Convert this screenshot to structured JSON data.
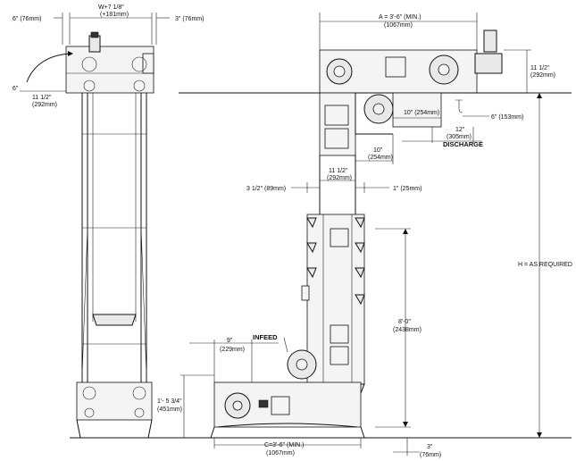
{
  "left_view": {
    "width_dim": {
      "line1": "W+7 1/8\"",
      "line2": "(+181mm)"
    },
    "left_margin": {
      "label": "6\" (76mm)"
    },
    "right_margin": {
      "label": "3\" (76mm)"
    },
    "bottom_left": {
      "line1": "11 1/2\"",
      "line2": "(292mm)"
    },
    "side_arrow": {
      "label": "6\""
    }
  },
  "right_view": {
    "a_dim": {
      "line1": "A = 3'-6\" (MIN.)",
      "line2": "(1067mm)"
    },
    "top_right": {
      "line1": "11 1/2\"",
      "line2": "(292mm)"
    },
    "dim_10_a": {
      "label": "10\" (254mm)"
    },
    "dim_6": {
      "label": "6\" (153mm)"
    },
    "dim_12": {
      "line1": "12\"",
      "line2": "(305mm)"
    },
    "discharge": {
      "label": "DISCHARGE"
    },
    "dim_10_b": {
      "line1": "10\"",
      "line2": "(254mm)"
    },
    "dim_11_mid": {
      "line1": "11 1/2\"",
      "line2": "(292mm)"
    },
    "dim_3_half": {
      "label": "3 1/2\" (89mm)"
    },
    "dim_1": {
      "label": "1\" (25mm)"
    },
    "h_label": {
      "label": "H = AS REQUIRED"
    },
    "dim_8": {
      "line1": "8'-0\"",
      "line2": "(2438mm)"
    },
    "dim_9": {
      "line1": "9\"",
      "line2": "(229mm)"
    },
    "infeed": {
      "label": "INFEED"
    },
    "dim_1_5": {
      "line1": "1'- 5 3/4\"",
      "line2": "(451mm)"
    },
    "c_dim": {
      "line1": "C=3'-6\" (MIN.)",
      "line2": "(1067mm)"
    },
    "dim_3_bottom": {
      "line1": "3\"",
      "line2": "(76mm)"
    }
  }
}
